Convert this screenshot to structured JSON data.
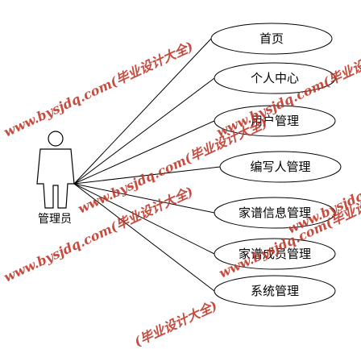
{
  "actor": {
    "label": "管理员"
  },
  "use_cases": [
    {
      "label": "首页"
    },
    {
      "label": "个人中心"
    },
    {
      "label": "用户管理"
    },
    {
      "label": "编写人管理"
    },
    {
      "label": "家谱信息管理"
    },
    {
      "label": "家谱成员管理"
    },
    {
      "label": "系统管理"
    }
  ],
  "watermarks": [
    {
      "text": "www.bysjdq.com(毕业设计大全)"
    },
    {
      "text": "www.bysjdq.com(毕业设计大全)"
    },
    {
      "text": "www.bysjdq.com(毕业设计大全)"
    },
    {
      "text": "www.bysjdq.com(毕业设计大全)"
    },
    {
      "text": "www.bysjdq.com(毕业设计大全)"
    },
    {
      "text": "www.bysjdq.com(毕业设计大全)"
    },
    {
      "text": "(毕业设计大全)"
    }
  ],
  "colors": {
    "line": "#000000",
    "ellipse_fill": "#ffffff",
    "watermark": "#c0392b"
  }
}
